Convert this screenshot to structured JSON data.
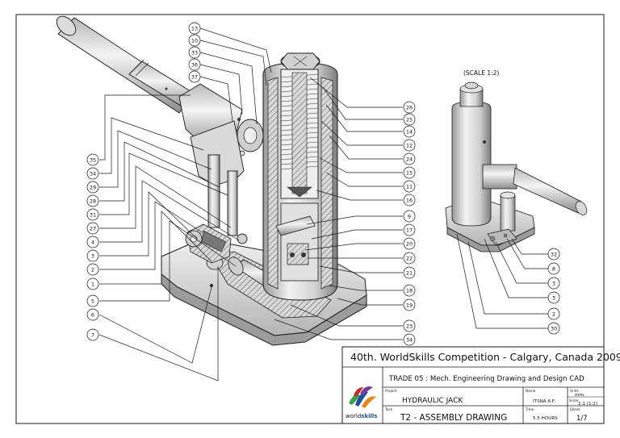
{
  "scale_note": "(SCALE 1:2)",
  "balloons_left_top": [
    "13",
    "10",
    "33",
    "36",
    "37"
  ],
  "balloons_right_mid": [
    "26",
    "25",
    "14",
    "12",
    "24",
    "15",
    "11",
    "16",
    "9",
    "17",
    "20",
    "22",
    "21",
    "18",
    "19",
    "23",
    "34"
  ],
  "balloons_left": [
    "35",
    "34",
    "29",
    "28",
    "31",
    "27",
    "4",
    "3",
    "2",
    "1",
    "5",
    "6",
    "7"
  ],
  "balloons_far_right": [
    "32",
    "8",
    "3",
    "3",
    "2",
    "30"
  ],
  "title_block": {
    "competition": "40th. WorldSkills Competition - Calgary, Canada 2009",
    "trade": "TRADE 05 : Mech. Engineering Drawing and Design CAD",
    "project_label": "Project",
    "project": "HYDRAULIC JACK",
    "task_label": "Task",
    "task": "T2 - ASSEMBLY DRAWING",
    "name_label": "Name",
    "name": "ITSNA A.F.",
    "time_label": "Time",
    "time": "5.5 HOURS",
    "units_label": "Units",
    "units": "mm",
    "scale_label": "Scale",
    "scale": "1:1 (1:2)",
    "sheet_label": "Sheet",
    "sheet": "1/7",
    "logo_word_1": "world",
    "logo_word_2": "skills"
  },
  "colors": {
    "line": "#1a1a1a",
    "metal_light": "#e6e6e6",
    "metal_mid": "#c8c8c8",
    "metal_dark": "#8a8a8a",
    "hatch": "#444444",
    "logo_green": "#3aa34a",
    "logo_blue": "#1f4fa0",
    "logo_orange": "#e58a1f",
    "logo_purple": "#7a3a9a",
    "logo_red": "#c0302a"
  }
}
